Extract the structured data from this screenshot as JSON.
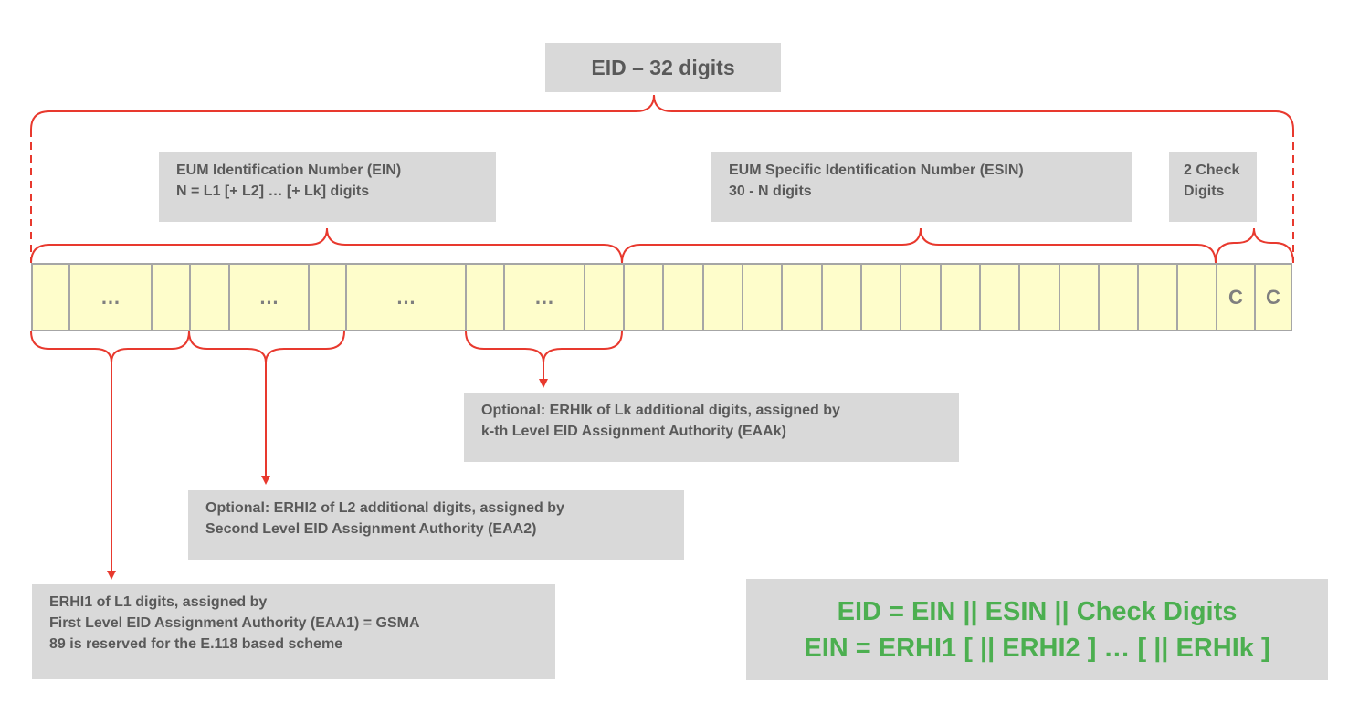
{
  "title": "EID – 32 digits",
  "ein_label": [
    "EUM Identification Number (EIN)",
    "N = L1 [+ L2] … [+ Lk] digits"
  ],
  "esin_label": [
    "EUM Specific Identification Number (ESIN)",
    "30 - N digits"
  ],
  "check_label": [
    "2 Check",
    "Digits"
  ],
  "cells": {
    "ellipsis": "…",
    "check": "C"
  },
  "optional_k": [
    "Optional: ERHIk of Lk additional digits, assigned by",
    "k-th Level EID Assignment Authority (EAAk)"
  ],
  "optional_2": [
    "Optional: ERHI2 of L2 additional digits, assigned by",
    "Second Level EID Assignment Authority (EAA2)"
  ],
  "level_1": [
    "ERHI1 of L1 digits, assigned by",
    "First Level EID Assignment Authority (EAA1) = GSMA",
    "89 is reserved for the E.118 based scheme"
  ],
  "formula": [
    "EID = EIN || ESIN || Check Digits",
    "EIN = ERHI1 [ || ERHI2 ] … [ || ERHIk ]"
  ],
  "colors": {
    "bracket_red": "#e8392e",
    "box_gray": "#d9d9d9",
    "text_gray": "#595959",
    "cell_fill": "#fefdcb",
    "formula_green": "#4caf50"
  }
}
